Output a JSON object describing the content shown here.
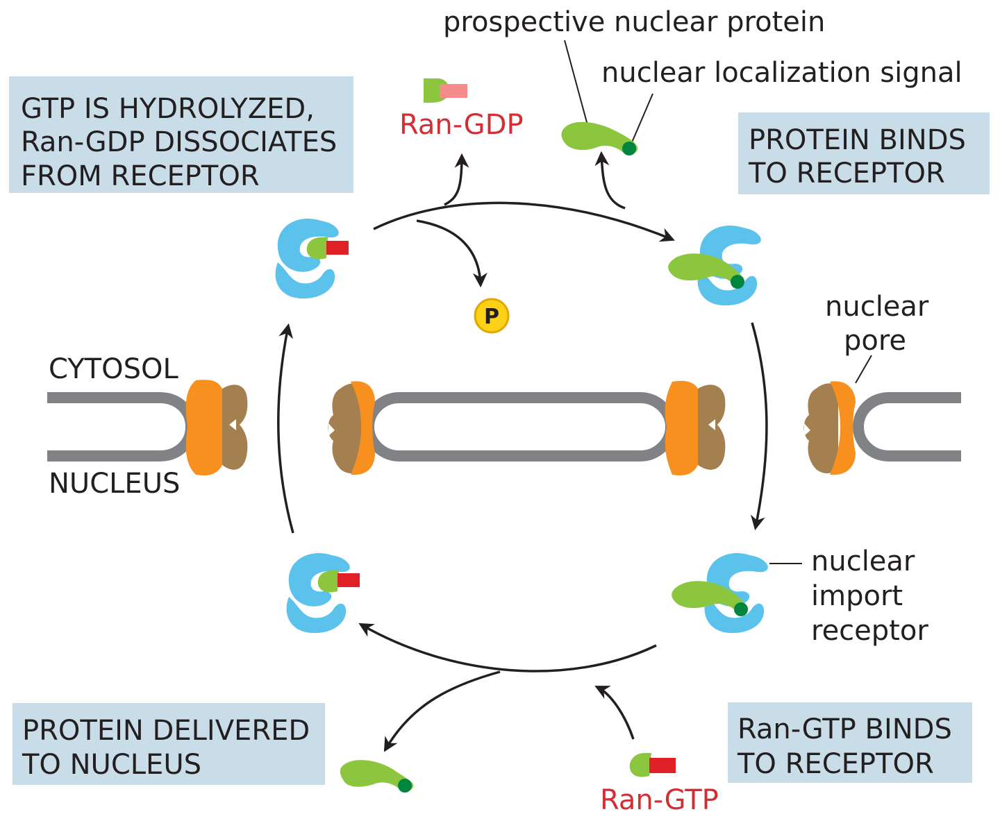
{
  "labels": {
    "prospective_protein": "prospective nuclear protein",
    "nls": "nuclear localization signal",
    "ran_gdp": "Ran-GDP",
    "ran_gtp": "Ran-GTP",
    "cytosol": "CYTOSOL",
    "nucleus": "NUCLEUS",
    "nuclear_pore_line1": "nuclear",
    "nuclear_pore_line2": "pore",
    "import_receptor_line1": "nuclear",
    "import_receptor_line2": "import",
    "import_receptor_line3": "receptor",
    "phosphate": "P"
  },
  "steps": {
    "hydrolysis": [
      "GTP IS HYDROLYZED,",
      "Ran-GDP DISSOCIATES",
      "FROM RECEPTOR"
    ],
    "binding": [
      "PROTEIN BINDS",
      "TO RECEPTOR"
    ],
    "ran_gtp_binding": [
      "Ran-GTP BINDS",
      "TO RECEPTOR"
    ],
    "delivery": [
      "PROTEIN DELIVERED",
      "TO NUCLEUS"
    ]
  },
  "colors": {
    "receptor": "#5bc2ec",
    "protein": "#8cc63f",
    "nls": "#00853f",
    "ran_gtp": "#e02027",
    "ran_gdp": "#f58b8b",
    "pore_outer": "#a47f4f",
    "pore_inner": "#f7901e",
    "membrane": "#808285",
    "box": "#c9dde8",
    "phosphate": "#fcd116"
  }
}
